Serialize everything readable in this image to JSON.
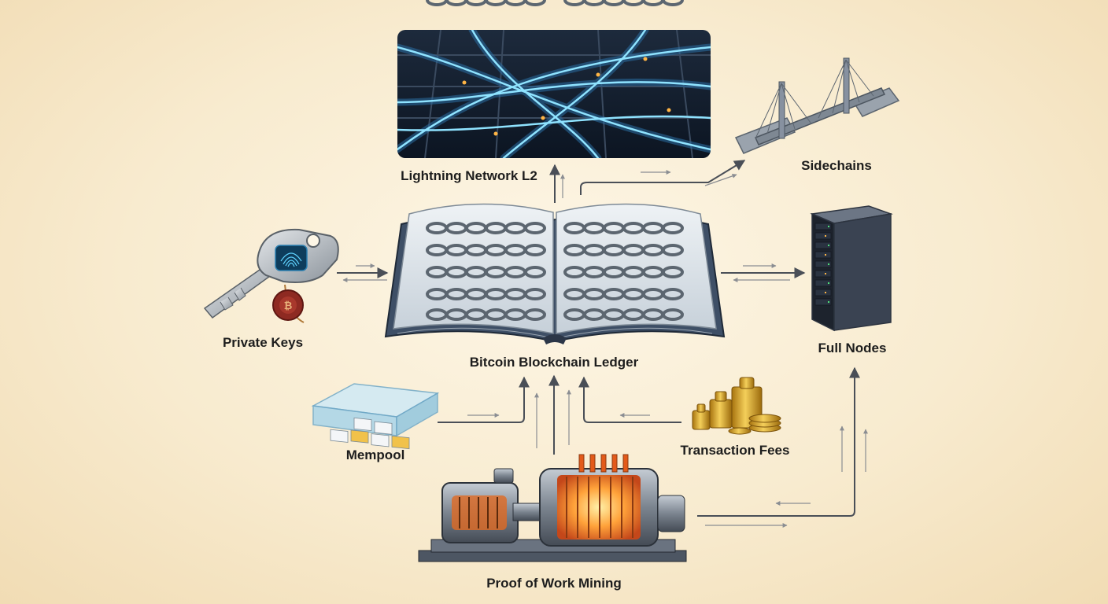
{
  "nodes": {
    "lightning": {
      "label": "Lightning Network L2",
      "icon": "highway-network-icon"
    },
    "sidechains": {
      "label": "Sidechains",
      "icon": "bridge-icon"
    },
    "private_keys": {
      "label": "Private Keys",
      "icon": "key-icon"
    },
    "ledger": {
      "label": "Bitcoin Blockchain Ledger",
      "icon": "chained-book-icon"
    },
    "full_nodes": {
      "label": "Full Nodes",
      "icon": "server-rack-icon"
    },
    "mempool": {
      "label": "Mempool",
      "icon": "transaction-tray-icon"
    },
    "fees": {
      "label": "Transaction Fees",
      "icon": "gold-weights-icon"
    },
    "mining": {
      "label": "Proof of Work Mining",
      "icon": "generator-engine-icon"
    }
  },
  "colors": {
    "background": "#f8ebcf",
    "arrow": "#4a4f57",
    "lightning_glow": "#4fc3f7",
    "copper": "#e07a2e",
    "gold": "#d9a521"
  }
}
